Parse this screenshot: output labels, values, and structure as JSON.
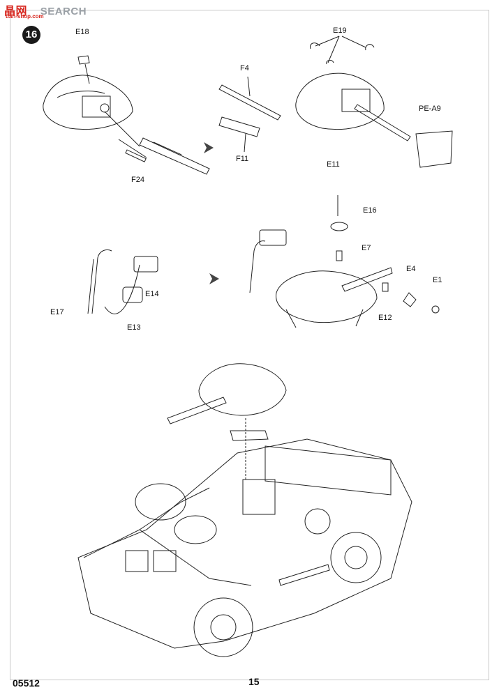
{
  "watermark": {
    "brand_cn": "晶",
    "brand_cn2": "网",
    "brand_en": "SEARCH",
    "site": "uan-shop.com"
  },
  "step_number": "16",
  "parts": {
    "e18": "E18",
    "f4": "F4",
    "e19": "E19",
    "pe_a9": "PE-A9",
    "f24": "F24",
    "f11": "F11",
    "e11": "E11",
    "e16": "E16",
    "e7": "E7",
    "e4": "E4",
    "e1": "E1",
    "e12": "E12",
    "e14": "E14",
    "e17": "E17",
    "e13": "E13"
  },
  "footer": {
    "catalog_number": "05512",
    "page_number": "15"
  }
}
